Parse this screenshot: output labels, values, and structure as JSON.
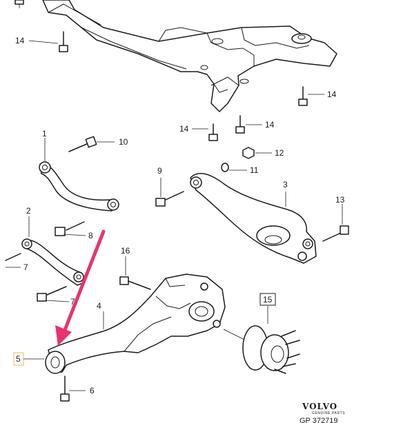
{
  "callouts": {
    "c1": "1",
    "c2": "2",
    "c3": "3",
    "c4": "4",
    "c5": "5",
    "c6": "6",
    "c7a": "7",
    "c7b": "7",
    "c8": "8",
    "c9": "9",
    "c10": "10",
    "c11": "11",
    "c12": "12",
    "c13": "13",
    "c14a": "14",
    "c14b": "14",
    "c14c": "14",
    "c14d": "14",
    "c15": "15",
    "c16": "16"
  },
  "brand": {
    "name": "VOLVO",
    "tagline": "GENUINE PARTS",
    "reference": "GP 372719"
  },
  "colors": {
    "line": "#1a1a1a",
    "highlight_box": "#e0c060",
    "arrow": "#e8336d"
  }
}
